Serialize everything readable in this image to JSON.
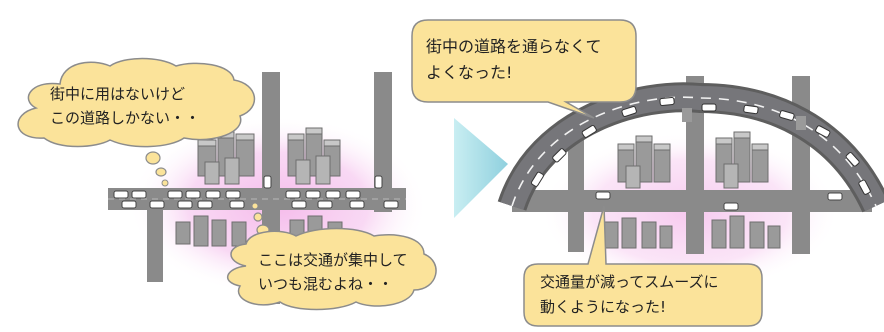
{
  "bubbles": {
    "before_thought": "街中に用はないけど\nこの道路しかない・・",
    "before_speech": "ここは交通が集中して\nいつも混むよね・・",
    "after_top": "街中の道路を通らなくて\nよくなった!",
    "after_bottom": "交通量が減ってスムーズに\n動くようになった!"
  },
  "colors": {
    "road": "#8a8a8a",
    "road_dark": "#5e5e5e",
    "highway": "#6f6f73",
    "glow": "#ee99dd",
    "bubble_fill": "#fbe39a",
    "bubble_stroke": "#8c8c8c",
    "arrow": "#a9dde6",
    "building": "#8d8d8d",
    "car": "#ffffff"
  }
}
